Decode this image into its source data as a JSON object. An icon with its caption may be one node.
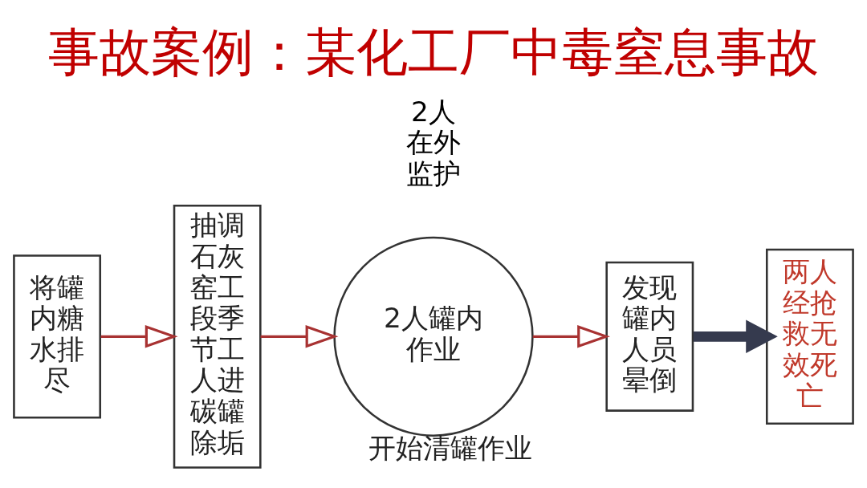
{
  "diagram": {
    "title": "事故案例：某化工厂中毒窒息事故",
    "nodes": [
      {
        "text": [
          "将罐内糖水排尽"
        ]
      },
      {
        "text": [
          "抽调石灰窑工段季节工人进碳罐除垢"
        ]
      },
      {
        "text": [
          "2人罐内作业"
        ],
        "beside": [
          "开始清罐作业"
        ]
      },
      {
        "text": [
          "发现罐内人员晕倒"
        ]
      },
      {
        "text": [
          "两人经抢救无效死亡"
        ]
      }
    ],
    "edges": [
      {
        "from": 0,
        "to": 1,
        "arrow": "to"
      },
      {
        "from": 1,
        "to": 2,
        "arrow": "to"
      },
      {
        "from": 2,
        "to": 3,
        "arrow": "to"
      },
      {
        "from": 3,
        "to": 4,
        "arrow": "to",
        "style": "thick",
        "color": "#353a4e"
      }
    ],
    "labels": [
      "2人在外监护"
    ]
  }
}
